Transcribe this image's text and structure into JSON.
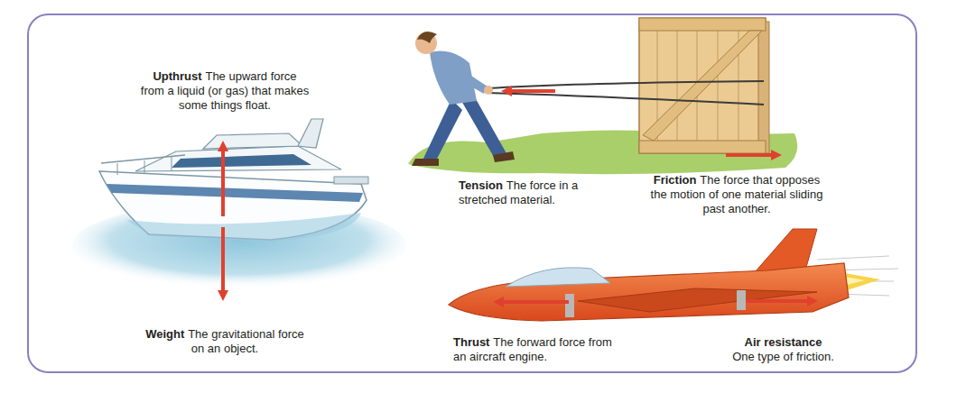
{
  "diagram": {
    "labels": [
      "Upthrust",
      "The upward force from a liquid (or gas) that makes some things float.",
      "Tension",
      "The force in a stretched material.",
      "Friction",
      "The force that opposes the motion of one material sliding past another.",
      "Weight",
      "The gravitational force on an object.",
      "Thrust",
      "The forward force from an aircraft engine.",
      "Air resistance",
      "One type of friction."
    ]
  }
}
